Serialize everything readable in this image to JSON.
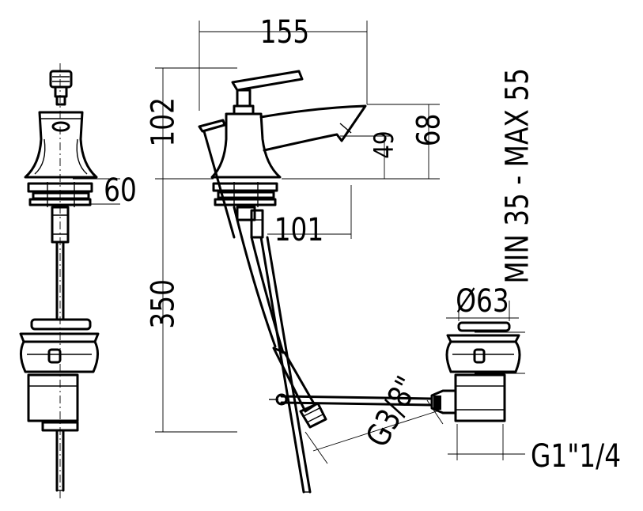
{
  "drawing": {
    "dimensions": {
      "spout_reach": "155",
      "body_height": "102",
      "base_height": "60",
      "spout_height_outlet": "68",
      "spout_height_inner": "49",
      "tail_offset": "101",
      "hose_length": "350",
      "deck_thickness": "MIN 35 - MAX 55",
      "waste_diameter": "Ø63",
      "hose_thread": "G3/8\"",
      "waste_thread": "G1\"1/4"
    }
  }
}
